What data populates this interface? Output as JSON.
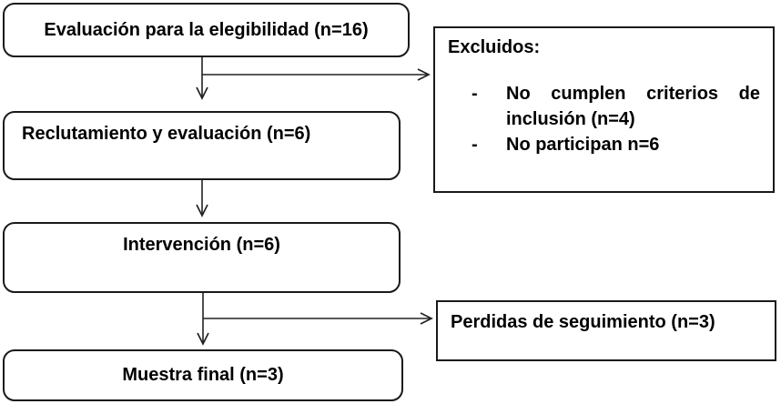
{
  "diagram": {
    "type": "flowchart",
    "language": "es",
    "nodes": {
      "eligibility": {
        "label": "Evaluación para la elegibilidad (n=16)"
      },
      "excluded": {
        "title": "Excluidos:",
        "bullet_marker": "-",
        "items": [
          "No cumplen criterios de inclusión (n=4)",
          "No participan n=6"
        ]
      },
      "recruitment": {
        "label": "Reclutamiento y evaluación (n=6)"
      },
      "intervention": {
        "label": "Intervención (n=6)"
      },
      "lost_followup": {
        "label": "Perdidas de seguimiento (n=3)"
      },
      "final_sample": {
        "label": "Muestra final (n=3)"
      }
    },
    "flow": [
      "eligibility -> recruitment",
      "eligibility -> excluded",
      "recruitment -> intervention",
      "intervention -> final_sample",
      "intervention -> lost_followup"
    ],
    "colors": {
      "border": "#1a1a1a",
      "arrow": "#222222",
      "text": "#000000",
      "background": "#ffffff"
    }
  }
}
